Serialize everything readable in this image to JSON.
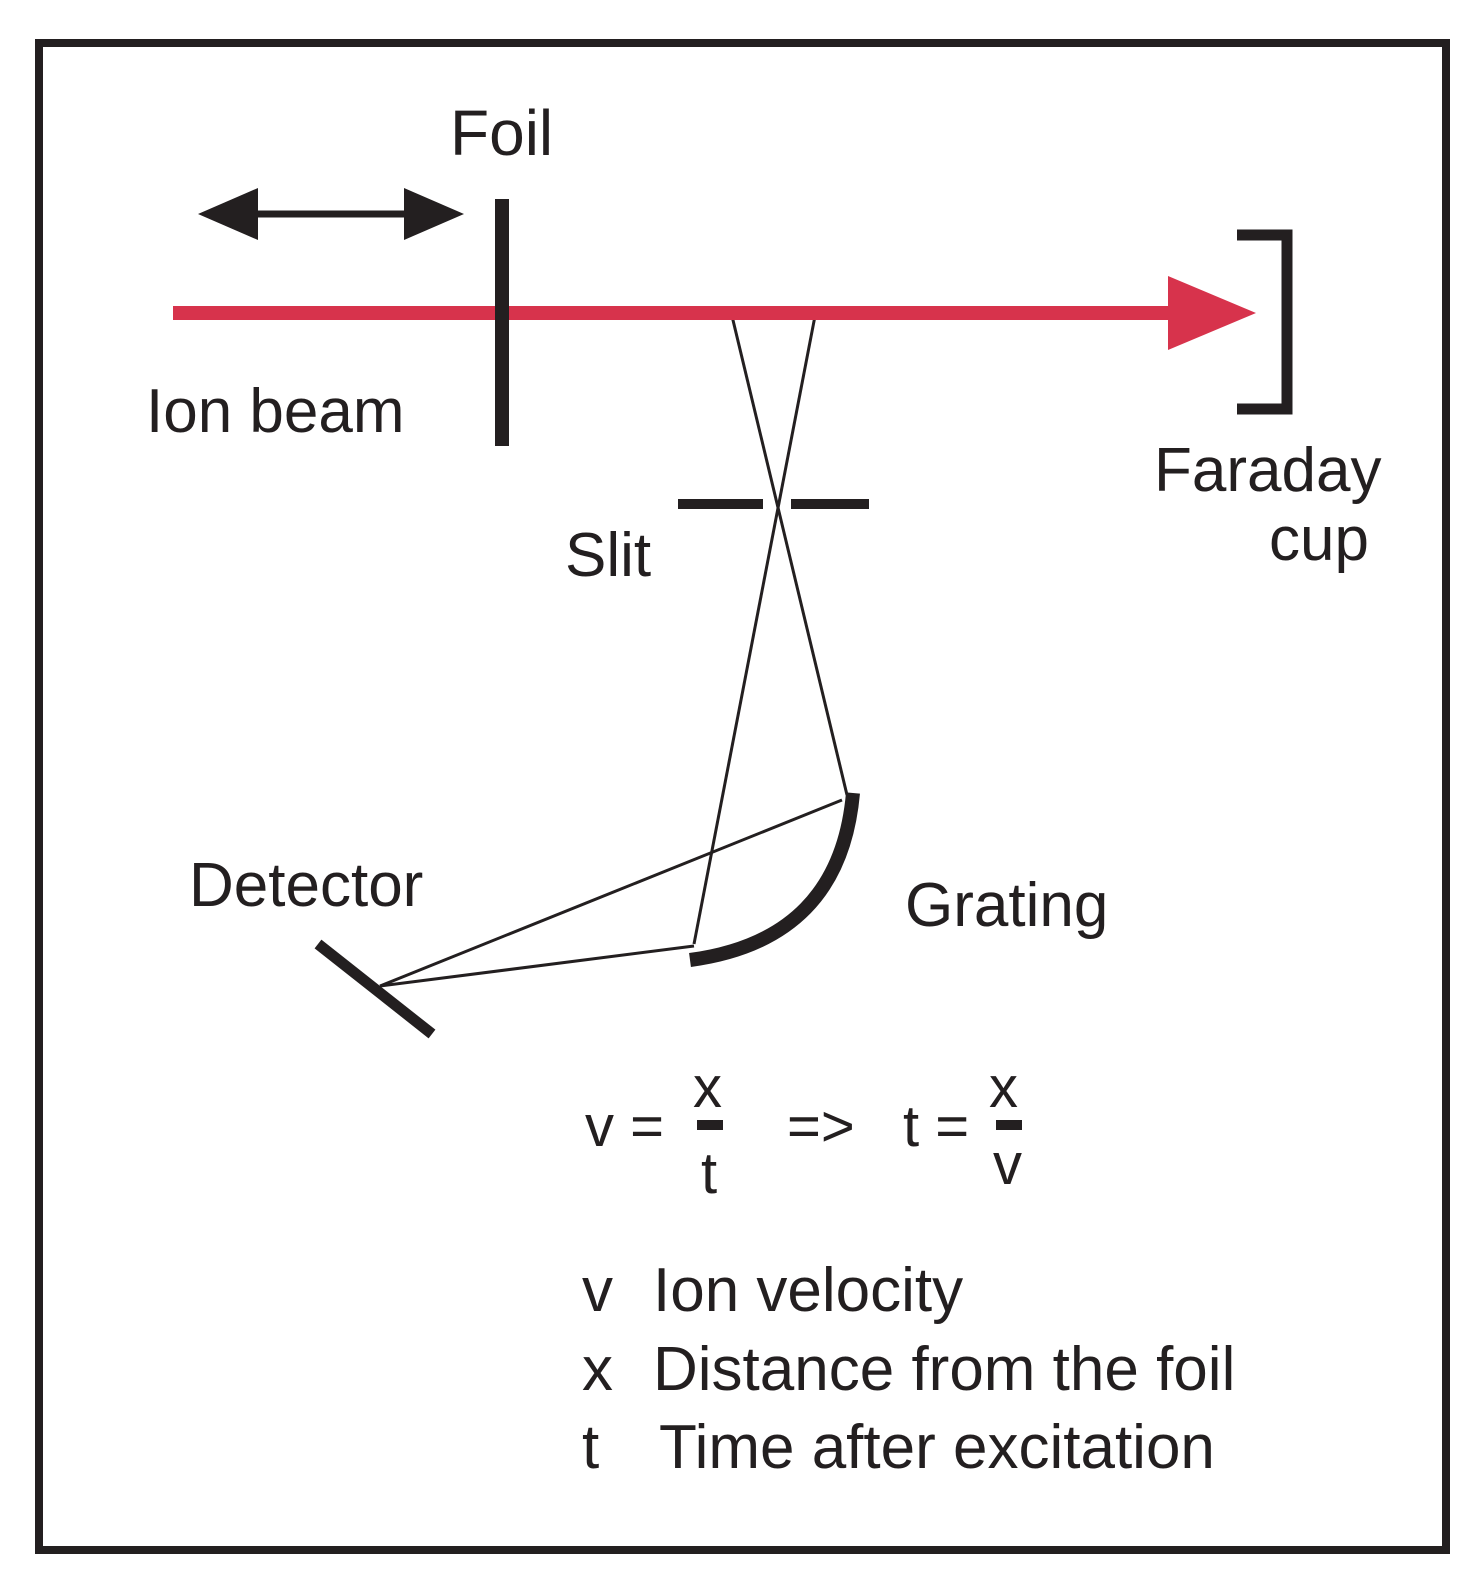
{
  "colors": {
    "ink": "#231f20",
    "beam": "#d7334c",
    "background": "#ffffff"
  },
  "labels": {
    "foil": "Foil",
    "ion_beam": "Ion beam",
    "faraday_cup_line1": "Faraday",
    "faraday_cup_line2": "cup",
    "slit": "Slit",
    "detector": "Detector",
    "grating": "Grating"
  },
  "formula": {
    "v_lhs": "v =",
    "v_num": "x",
    "v_den": "t",
    "implies": "=>",
    "t_lhs": "t =",
    "t_num": "x",
    "t_den": "v"
  },
  "legend": [
    {
      "symbol": "v",
      "text": "Ion velocity"
    },
    {
      "symbol": "x",
      "text": "Distance from the foil"
    },
    {
      "symbol": "t",
      "text": "Time after excitation"
    }
  ],
  "icons": {
    "foil_motion": "double-arrow-icon",
    "beam_direction": "arrow-right-icon"
  }
}
